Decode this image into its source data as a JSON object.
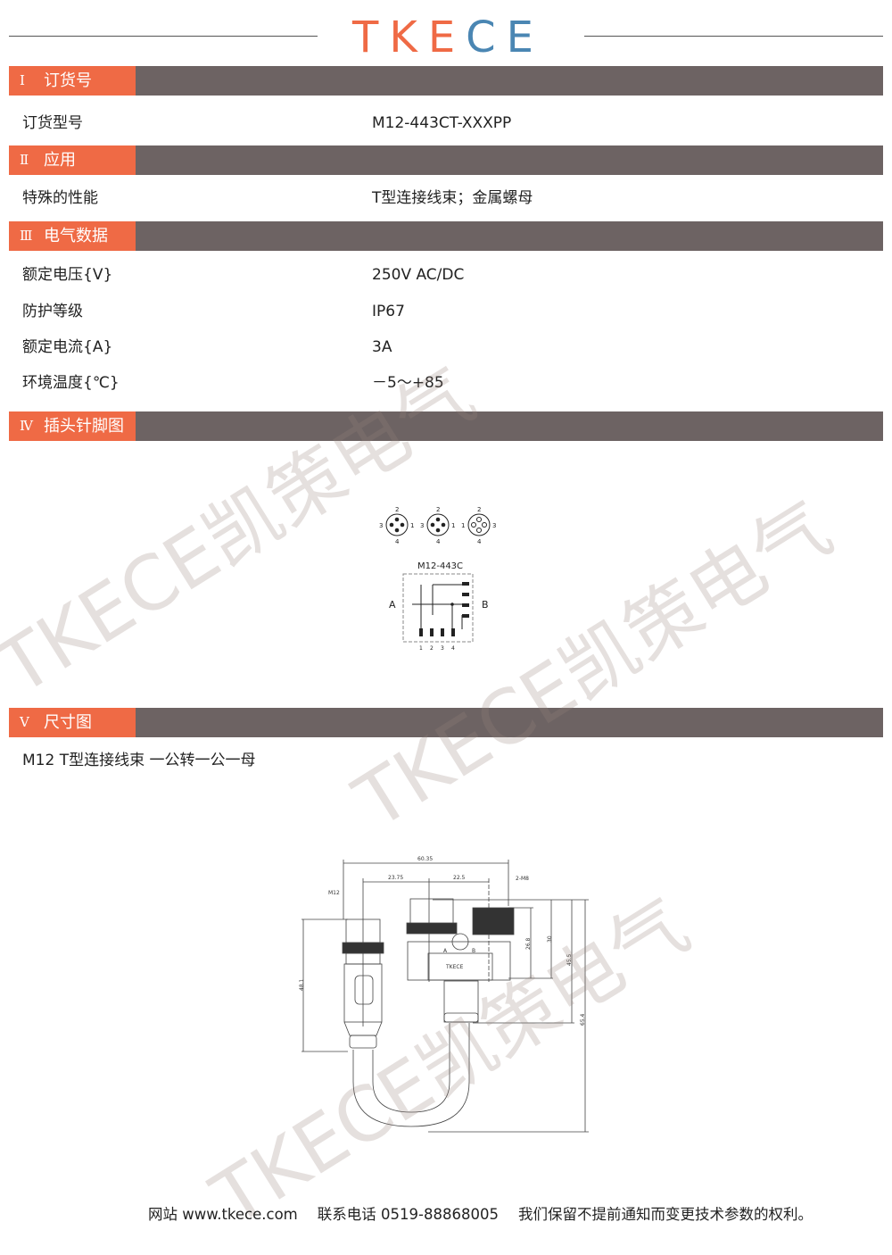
{
  "logo": {
    "letters": [
      "T",
      "K",
      "E",
      "C",
      "E"
    ],
    "text": "TKECE",
    "colors": {
      "orange": "#ef6a45",
      "blue": "#4a86b3"
    }
  },
  "watermark": "TKECE凯策电气",
  "colors": {
    "section_label": "#ef6a45",
    "section_bar": "#6d6363"
  },
  "sections": [
    {
      "num": "Ⅰ",
      "title": "订货号"
    },
    {
      "num": "Ⅱ",
      "title": "应用"
    },
    {
      "num": "Ⅲ",
      "title": "电气数据"
    },
    {
      "num": "Ⅳ",
      "title": "插头针脚图"
    },
    {
      "num": "Ⅴ",
      "title": "尺寸图"
    }
  ],
  "order": {
    "label": "订货型号",
    "value": "M12-443CT-XXXPP"
  },
  "application": {
    "label": "特殊的性能",
    "value": "T型连接线束；金属螺母"
  },
  "electrical": [
    {
      "label": "额定电压{V}",
      "value": "250V AC/DC"
    },
    {
      "label": "防护等级",
      "value": "IP67"
    },
    {
      "label": "额定电流{A}",
      "value": "3A"
    },
    {
      "label": "环境温度{℃}",
      "value": "－5～+85"
    }
  ],
  "pin_diagram": {
    "model": "M12-443C",
    "side_a": "A",
    "side_b": "B",
    "pins": [
      "1",
      "2",
      "3",
      "4"
    ]
  },
  "dimension": {
    "caption": "M12 T型连接线束 一公转一公一母",
    "labels": {
      "total_width": "60.35",
      "a_offset": "23.75",
      "b_offset": "22.5",
      "thread_b": "2-M8",
      "thread_a": "M12",
      "left_height": "48.1",
      "h1": "26.8",
      "h2": "30",
      "h3": "45.5",
      "h4": "65.4",
      "port_a": "A",
      "port_b": "B",
      "brand": "TKECE"
    }
  },
  "footer": {
    "website": "网站 www.tkece.com",
    "phone": "联系电话 0519-88868005",
    "notice": "我们保留不提前通知而变更技术参数的权利。"
  }
}
